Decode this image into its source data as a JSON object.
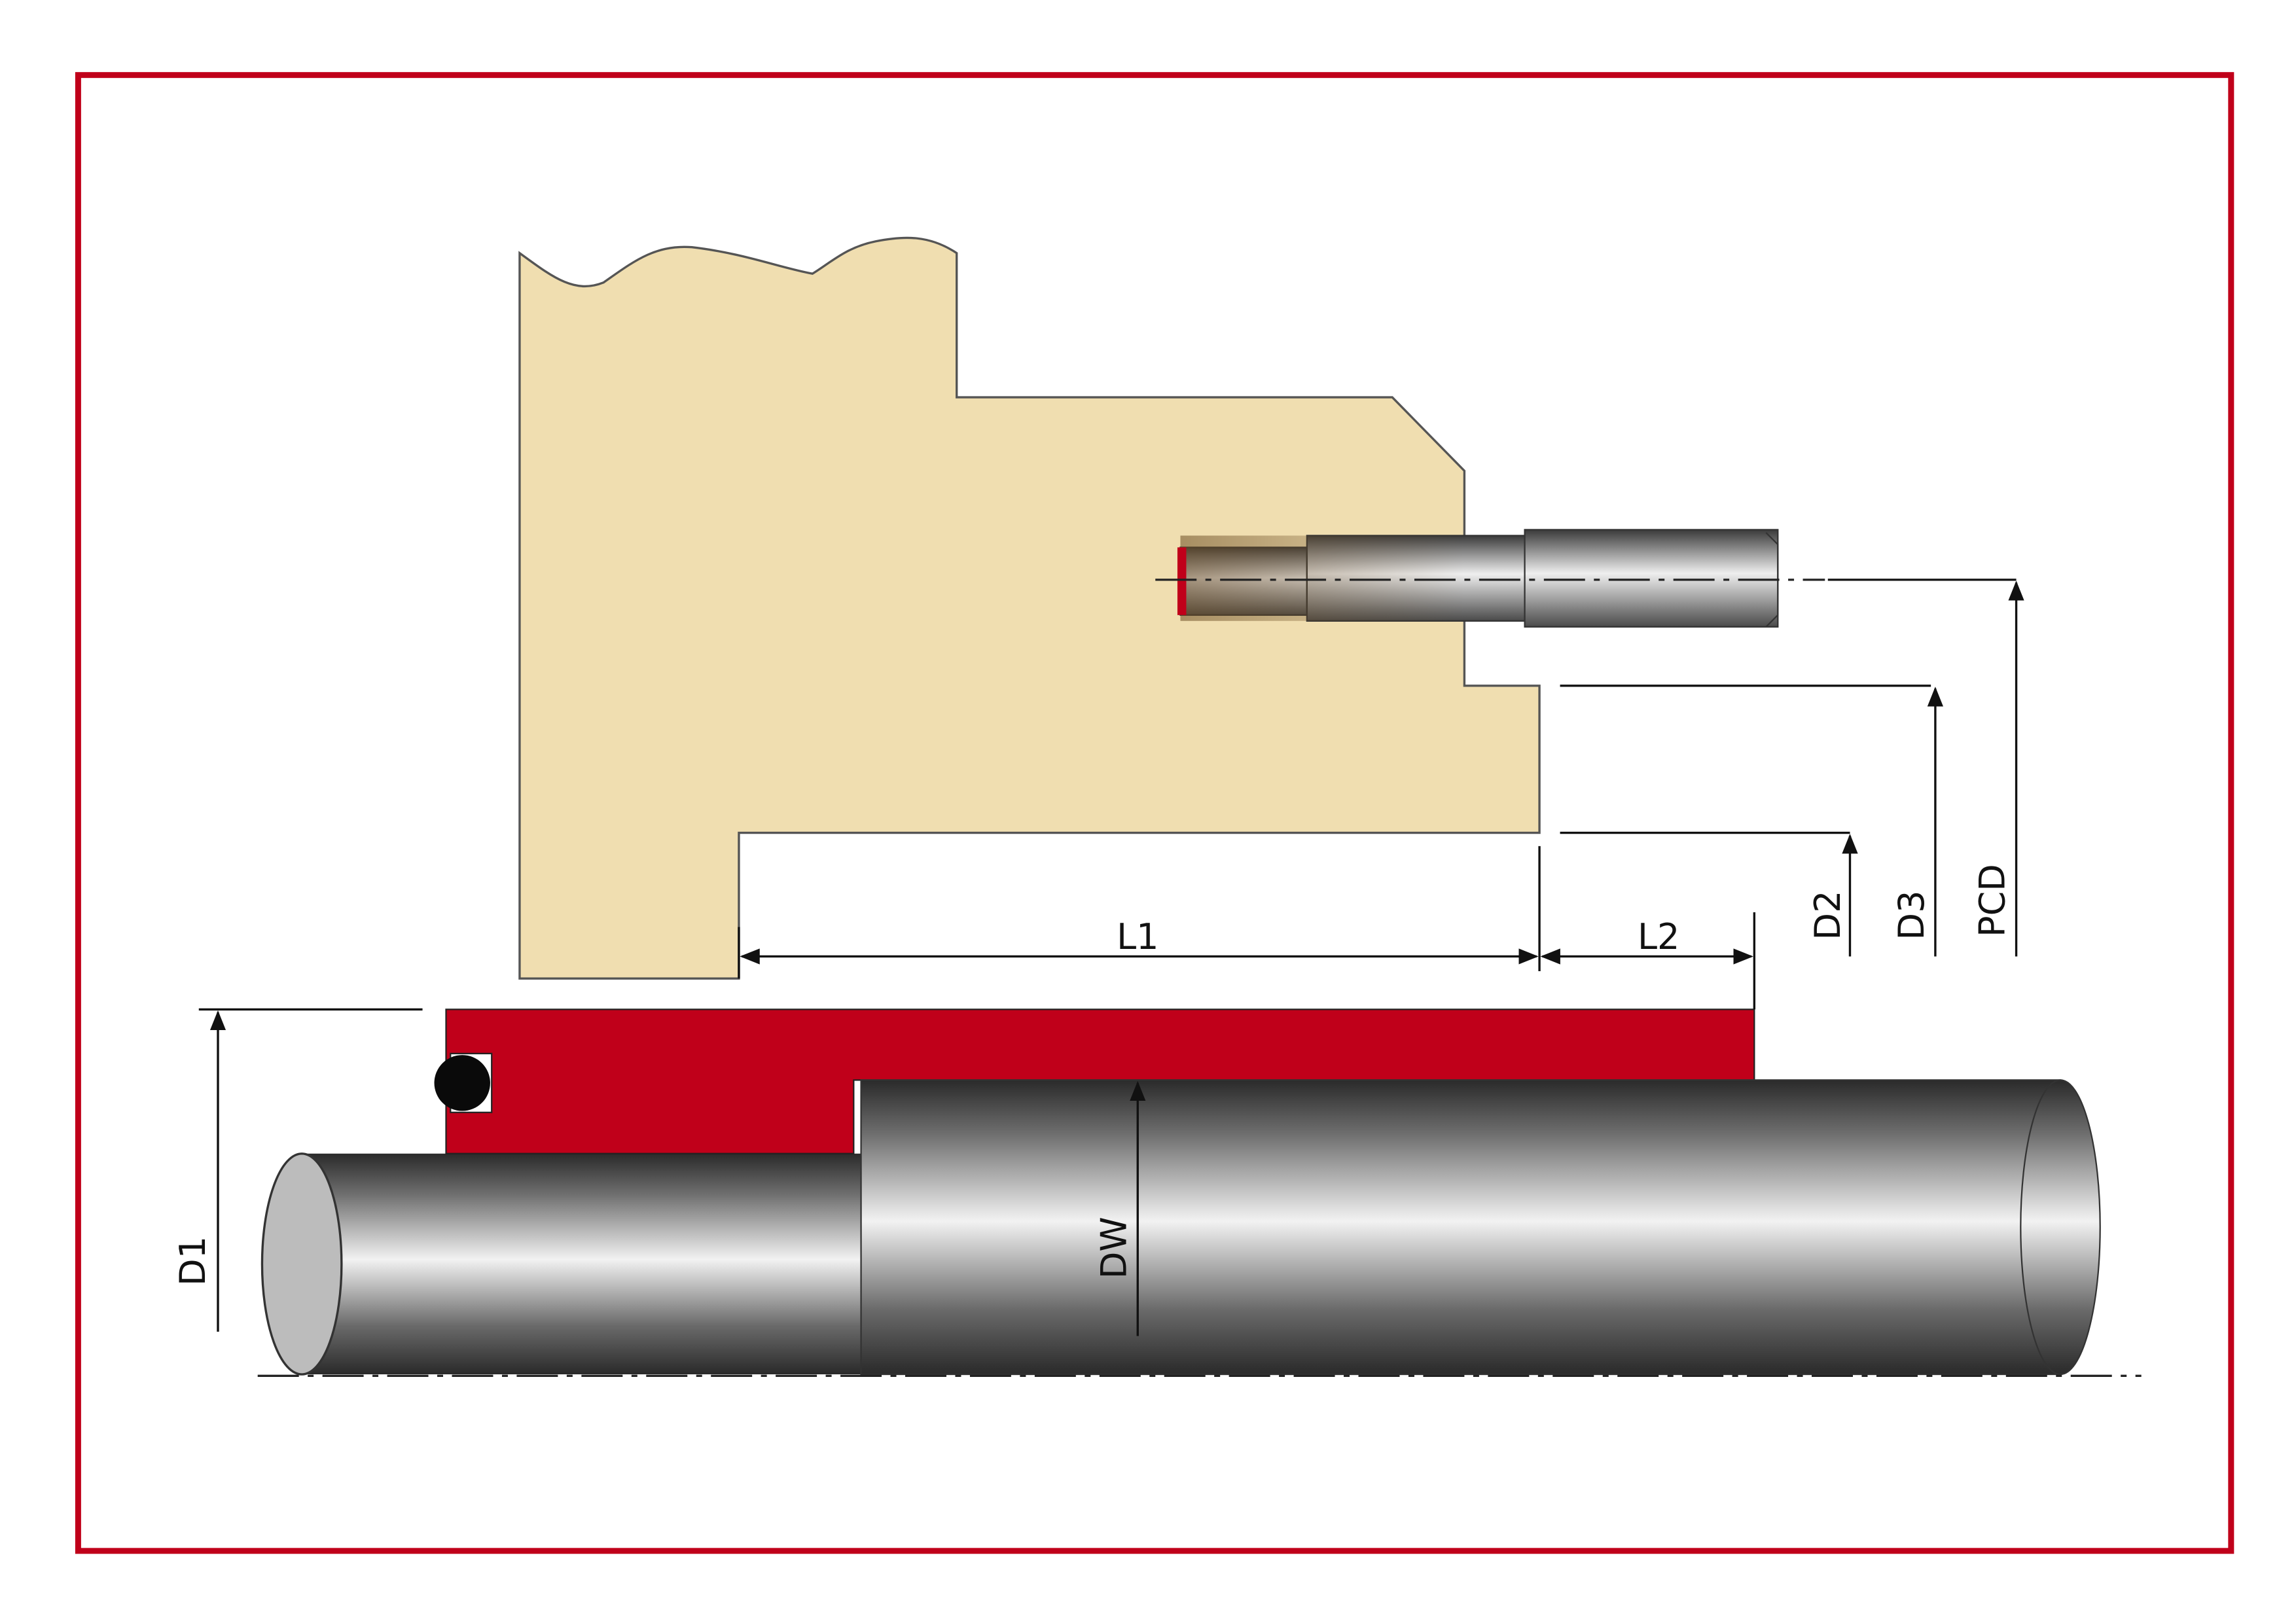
{
  "labels": {
    "l1": "L1",
    "l2": "L2",
    "d1": "D1",
    "d2": "D2",
    "d3": "D3",
    "pcd": "PCD",
    "dw": "DW"
  },
  "colors": {
    "frame": "#c0001a",
    "housing": "#f0deb0",
    "sleeve": "#c0001a",
    "shaft": "#9a9a9a",
    "line": "#111111"
  }
}
